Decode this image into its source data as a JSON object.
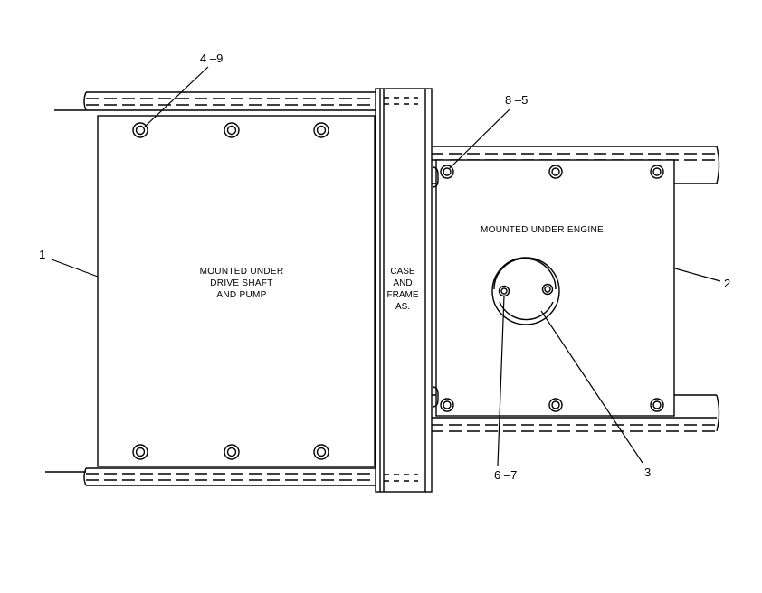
{
  "callouts": {
    "part_1": "1",
    "part_2": "2",
    "part_3": "3",
    "part_4_9": "4 –9",
    "part_8_5": "8 –5",
    "part_6_7": "6 –7"
  },
  "plates": {
    "left": [
      "MOUNTED UNDER",
      "DRIVE SHAFT",
      "AND PUMP"
    ],
    "right": [
      "MOUNTED UNDER ENGINE"
    ]
  },
  "case_frame": [
    "CASE",
    "AND",
    "FRAME",
    "AS."
  ],
  "colors": {
    "line": "#000000",
    "background": "#ffffff"
  }
}
